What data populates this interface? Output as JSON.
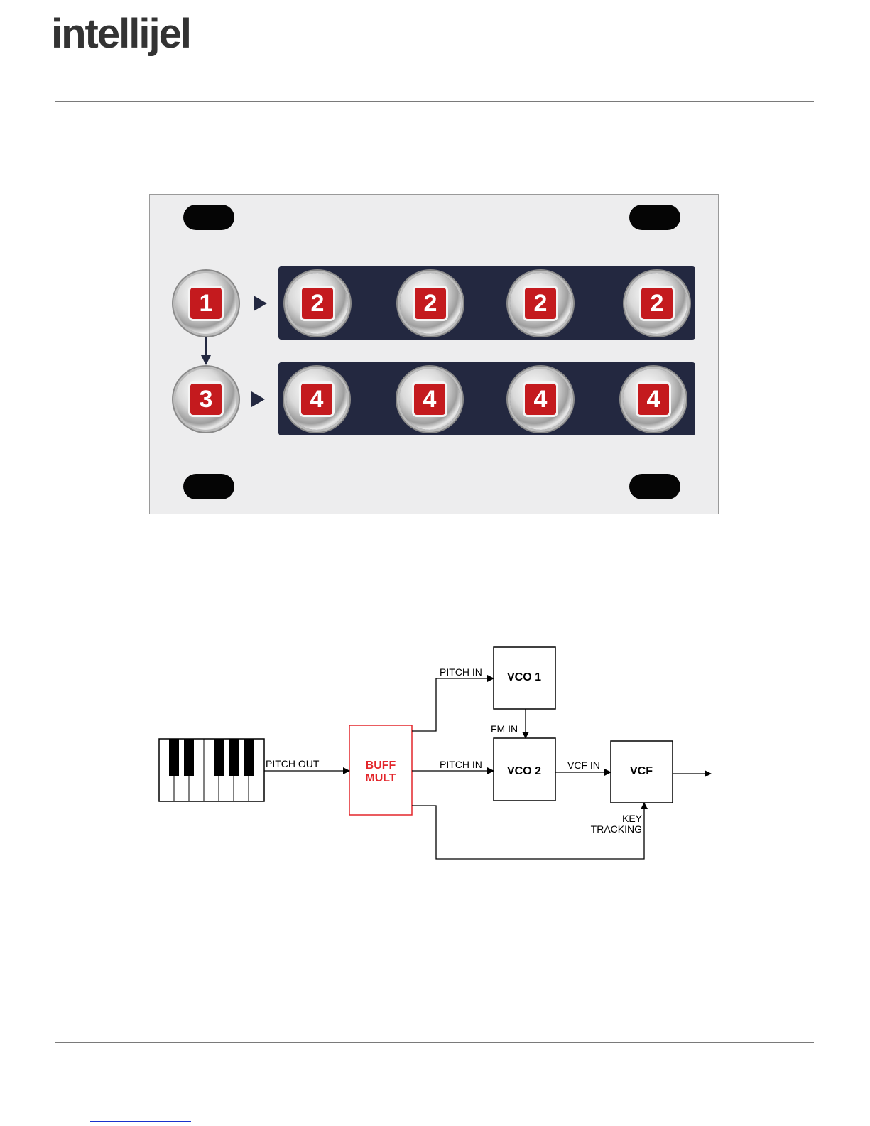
{
  "header": {
    "brand": "intellijel"
  },
  "panel": {
    "in_1_label": "1",
    "outs_1_labels": [
      "2",
      "2",
      "2",
      "2"
    ],
    "in_2_label": "3",
    "outs_2_labels": [
      "4",
      "4",
      "4",
      "4"
    ]
  },
  "diagram": {
    "keyboard_out": "PITCH OUT",
    "buff_mult_line1": "BUFF",
    "buff_mult_line2": "MULT",
    "vco1": "VCO 1",
    "vco2": "VCO 2",
    "vcf": "VCF",
    "vco1_in": "PITCH IN",
    "vco2_in": "PITCH IN",
    "fm_in": "FM IN",
    "vcf_in": "VCF IN",
    "key_tracking_line1": "KEY",
    "key_tracking_line2": "TRACKING",
    "accent_color": "#e3262b"
  }
}
